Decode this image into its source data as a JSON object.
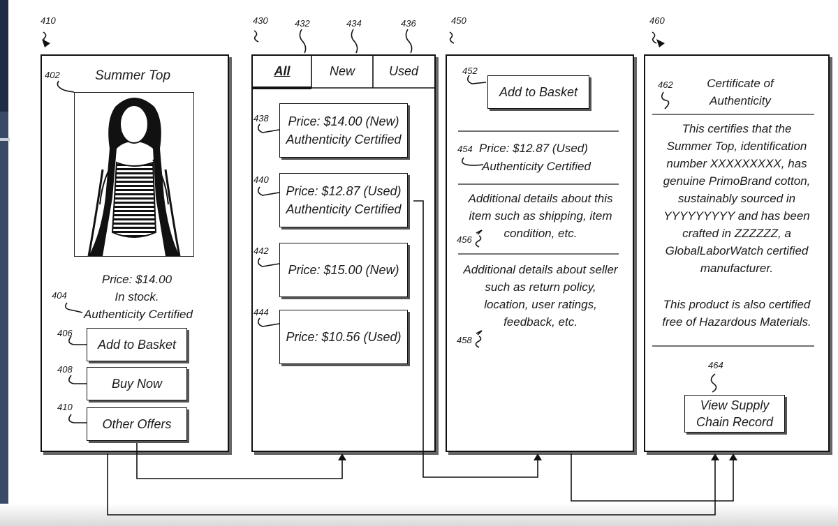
{
  "refs": {
    "r410_top": "410",
    "r430": "430",
    "r432": "432",
    "r434": "434",
    "r436": "436",
    "r450": "450",
    "r460": "460",
    "r402": "402",
    "r404": "404",
    "r406": "406",
    "r408": "408",
    "r410_btn": "410",
    "r438": "438",
    "r440": "440",
    "r442": "442",
    "r444": "444",
    "r452": "452",
    "r454": "454",
    "r456": "456",
    "r458": "458",
    "r462": "462",
    "r464": "464"
  },
  "product_panel": {
    "title": "Summer Top",
    "price_line": "Price: $14.00",
    "stock_line": "In stock.",
    "certified_line": "Authenticity Certified",
    "buttons": {
      "add_to_basket": "Add to Basket",
      "buy_now": "Buy Now",
      "other_offers": "Other Offers"
    }
  },
  "offers_panel": {
    "tabs": [
      "All",
      "New",
      "Used"
    ],
    "offers": [
      {
        "line1": "Price: $14.00 (New)",
        "line2": "Authenticity Certified"
      },
      {
        "line1": "Price: $12.87 (Used)",
        "line2": "Authenticity Certified"
      },
      {
        "line1": "Price: $15.00 (New)",
        "line2": ""
      },
      {
        "line1": "Price: $10.56 (Used)",
        "line2": ""
      }
    ]
  },
  "detail_panel": {
    "add_to_basket": "Add to Basket",
    "price_line": "Price: $12.87 (Used)",
    "certified_line": "Authenticity Certified",
    "item_details": [
      "Additional details about this",
      "item such as shipping, item",
      "condition, etc."
    ],
    "seller_details": [
      "Additional details about seller",
      "such as return policy,",
      "location, user ratings,",
      "feedback, etc."
    ]
  },
  "certificate_panel": {
    "title_lines": [
      "Certificate of",
      "Authenticity"
    ],
    "body_lines": [
      "This certifies that the",
      "Summer Top, identification",
      "number XXXXXXXXX, has",
      "genuine PrimoBrand cotton,",
      "sustainably sourced in",
      "YYYYYYYYY and has been",
      "crafted in ZZZZZZ, a",
      "GlobalLaborWatch certified",
      "manufacturer."
    ],
    "hazard_lines": [
      "This product is also certified",
      "free of Hazardous Materials."
    ],
    "supply_button_lines": [
      "View Supply",
      "Chain Record"
    ]
  }
}
